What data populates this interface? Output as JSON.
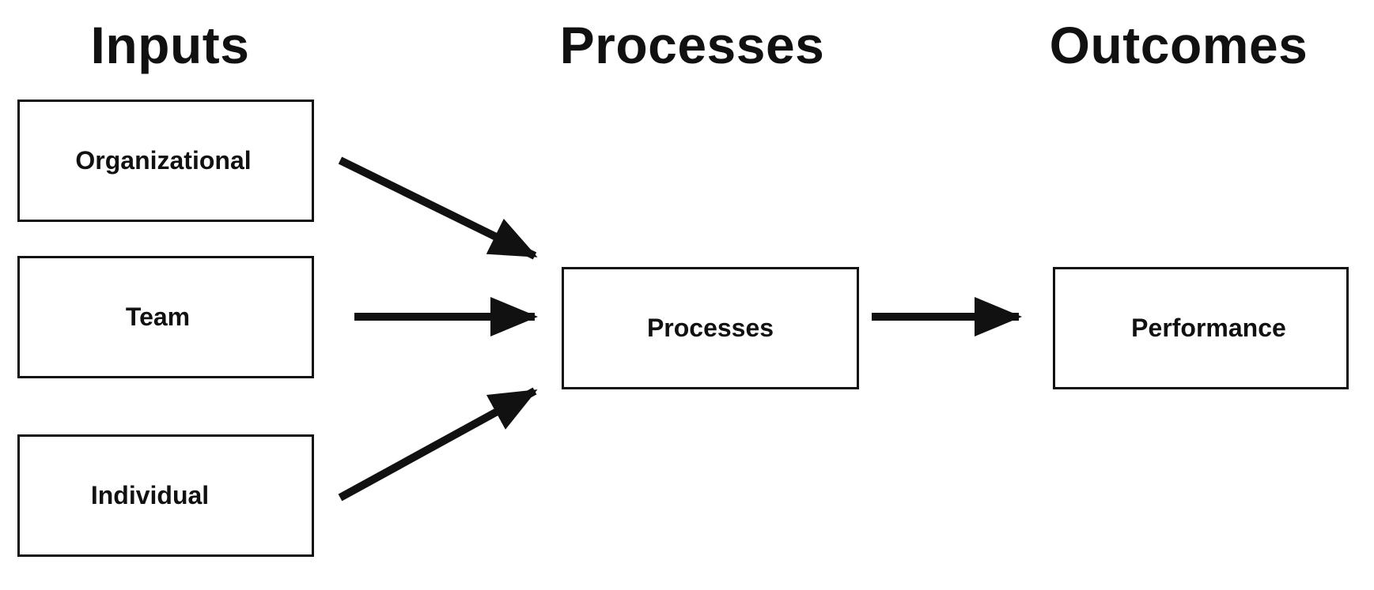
{
  "headings": {
    "inputs": "Inputs",
    "processes": "Processes",
    "outcomes": "Outcomes"
  },
  "nodes": {
    "organizational": "Organizational",
    "team": "Team",
    "individual": "Individual",
    "processes": "Processes",
    "performance": "Performance"
  },
  "edges": [
    {
      "from": "Organizational",
      "to": "Processes"
    },
    {
      "from": "Team",
      "to": "Processes"
    },
    {
      "from": "Individual",
      "to": "Processes"
    },
    {
      "from": "Processes",
      "to": "Performance"
    }
  ],
  "colors": {
    "stroke": "#111111",
    "background": "#ffffff"
  }
}
